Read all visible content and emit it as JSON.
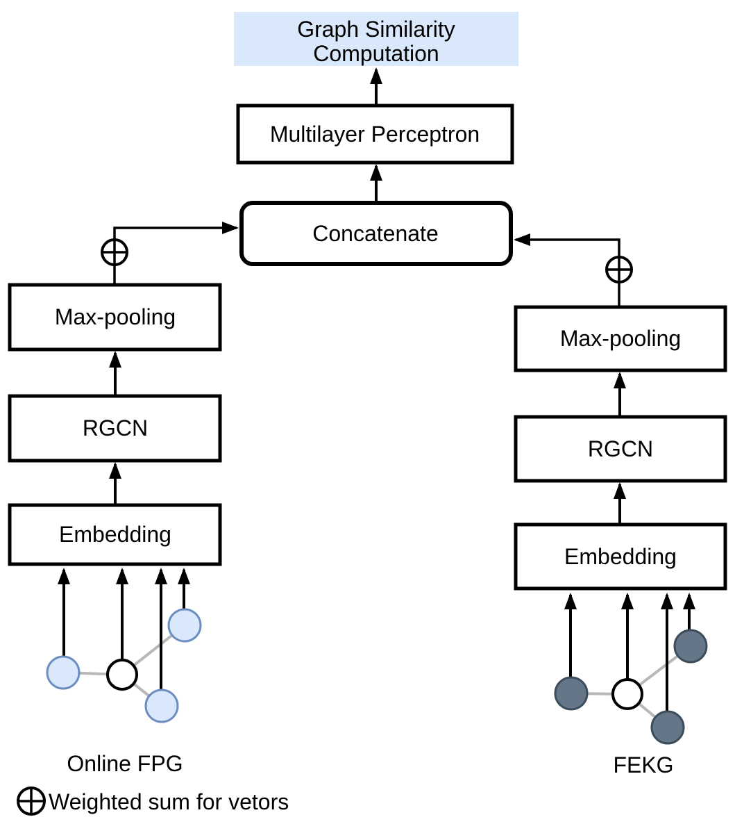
{
  "title_box": {
    "line1": "Graph Similarity",
    "line2": "Computation"
  },
  "mlp_label": "Multilayer Perceptron",
  "concatenate_label": "Concatenate",
  "left_branch": {
    "max_pooling_label": "Max-pooling",
    "rgcn_label": "RGCN",
    "embedding_label": "Embedding",
    "graph_label": "Online FPG"
  },
  "right_branch": {
    "max_pooling_label": "Max-pooling",
    "rgcn_label": "RGCN",
    "embedding_label": "Embedding",
    "graph_label": "FEKG"
  },
  "legend": {
    "text": "Weighted sum for vetors"
  },
  "colors": {
    "title_box_bg": "#dae8fc",
    "light_node_fill": "#dae8fc",
    "light_node_stroke": "#6c8ebf",
    "dark_node_fill": "#647687",
    "dark_node_stroke": "#3d4d5c",
    "edge_gray": "#b8b8b8"
  }
}
